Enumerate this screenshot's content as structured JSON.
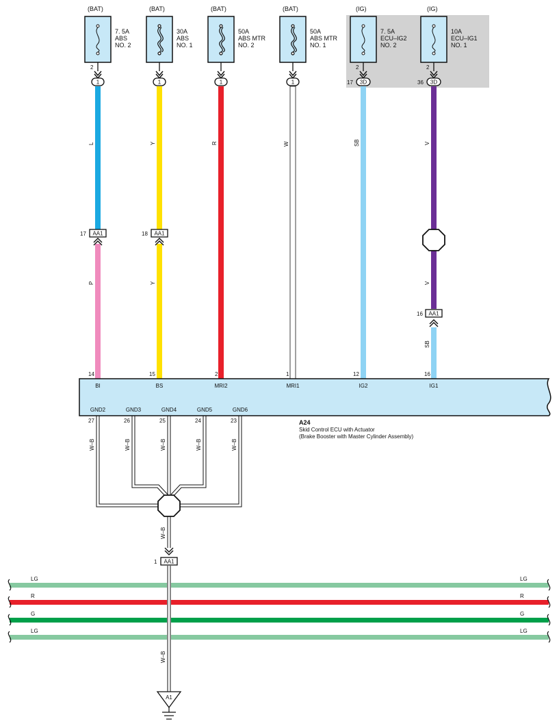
{
  "ig_region_color": "#d2d2d2",
  "ecu_fill": "#c7e8f7",
  "fuses": [
    {
      "supply": "(BAT)",
      "l1": "7. 5A",
      "l2": "ABS",
      "l3": "NO. 2",
      "pin": "2",
      "conn": "1",
      "conn_pin": ""
    },
    {
      "supply": "(BAT)",
      "l1": "30A",
      "l2": "ABS",
      "l3": "NO. 1",
      "pin": "",
      "conn": "1",
      "conn_pin": ""
    },
    {
      "supply": "(BAT)",
      "l1": "50A",
      "l2": "ABS MTR",
      "l3": "NO. 2",
      "pin": "",
      "conn": "1",
      "conn_pin": ""
    },
    {
      "supply": "(BAT)",
      "l1": "50A",
      "l2": "ABS MTR",
      "l3": "NO. 1",
      "pin": "",
      "conn": "1",
      "conn_pin": ""
    },
    {
      "supply": "(IG)",
      "l1": "7. 5A",
      "l2": "ECU–IG2",
      "l3": "NO. 2",
      "pin": "2",
      "conn": "3D",
      "conn_pin": "17"
    },
    {
      "supply": "(IG)",
      "l1": "10A",
      "l2": "ECU–IG1",
      "l3": "NO. 1",
      "pin": "2",
      "conn": "3D",
      "conn_pin": "36"
    }
  ],
  "wires": [
    {
      "color": "#1ba9e1",
      "upper": "L",
      "lower": "P",
      "lower_color": "#f08bbd",
      "ecu_pin": "14",
      "terminal": "BI"
    },
    {
      "color": "#ffe100",
      "upper": "Y",
      "lower": "Y",
      "lower_color": "#ffe100",
      "ecu_pin": "15",
      "terminal": "BS"
    },
    {
      "color": "#e8202a",
      "upper": "R",
      "lower": "",
      "lower_color": "#e8202a",
      "ecu_pin": "2",
      "terminal": "MRI2"
    },
    {
      "color": "#ffffff",
      "upper": "W",
      "lower": "",
      "lower_color": "#ffffff",
      "ecu_pin": "1",
      "terminal": "MRI1"
    },
    {
      "color": "#8ed3f4",
      "upper": "SB",
      "lower": "",
      "lower_color": "#8ed3f4",
      "ecu_pin": "12",
      "terminal": "IG2"
    },
    {
      "color": "#6b2f96",
      "upper": "V",
      "lower": "V",
      "lower_color": "#6b2f96",
      "lower2": "SB",
      "lower2_color": "#8ed3f4",
      "ecu_pin": "16",
      "terminal": "IG1"
    }
  ],
  "aa1_connectors": [
    {
      "label": "AA1",
      "pin": "17"
    },
    {
      "label": "AA1",
      "pin": "18"
    },
    {
      "label": "AA1",
      "pin": "16"
    },
    {
      "label": "AA1",
      "pin": "1"
    }
  ],
  "ecu": {
    "code": "A24",
    "name": "Skid Control ECU with Actuator",
    "subname": "(Brake Booster with Master Cylinder Assembly)"
  },
  "grounds": [
    {
      "terminal": "GND2",
      "pin": "27",
      "wire": "W–B"
    },
    {
      "terminal": "GND3",
      "pin": "26",
      "wire": "W–B"
    },
    {
      "terminal": "GND4",
      "pin": "25",
      "wire": "W–B"
    },
    {
      "terminal": "GND5",
      "pin": "24",
      "wire": "W–B"
    },
    {
      "terminal": "GND6",
      "pin": "23",
      "wire": "W–B"
    }
  ],
  "ground_trunk": {
    "wire_upper": "W–B",
    "wire_lower": "W–B",
    "ground_point": "A1"
  },
  "bus": [
    {
      "label": "LG",
      "color": "#86c9a0"
    },
    {
      "label": "R",
      "color": "#e8202a"
    },
    {
      "label": "G",
      "color": "#00a04a"
    },
    {
      "label": "LG",
      "color": "#86c9a0"
    }
  ]
}
